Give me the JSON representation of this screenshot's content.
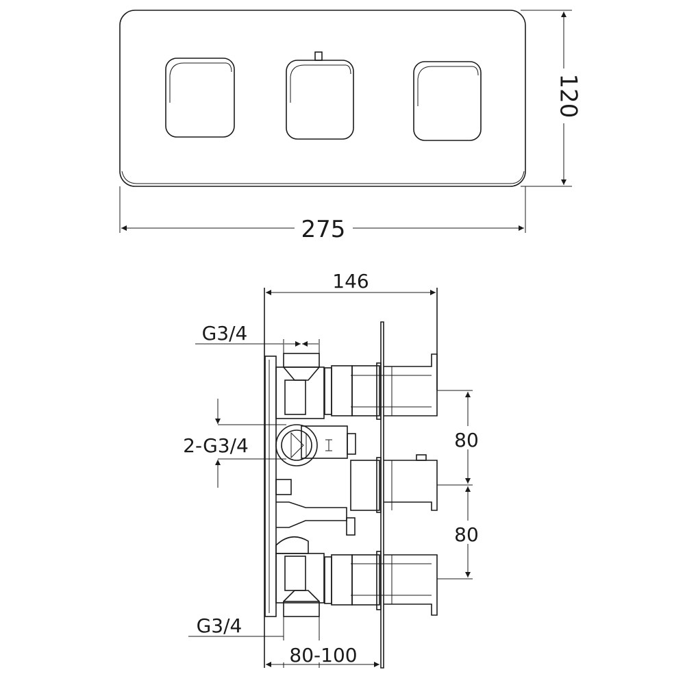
{
  "front_view": {
    "height_dim": "120",
    "width_dim": "275"
  },
  "side_view": {
    "depth_dim": "146",
    "outlet_top": "G3/4",
    "inlets": "2-G3/4",
    "spacing_upper": "80",
    "spacing_lower": "80",
    "outlet_bottom": "G3/4",
    "wall_depth": "80-100"
  },
  "colors": {
    "line": "#1a1a1a",
    "background": "#ffffff"
  }
}
